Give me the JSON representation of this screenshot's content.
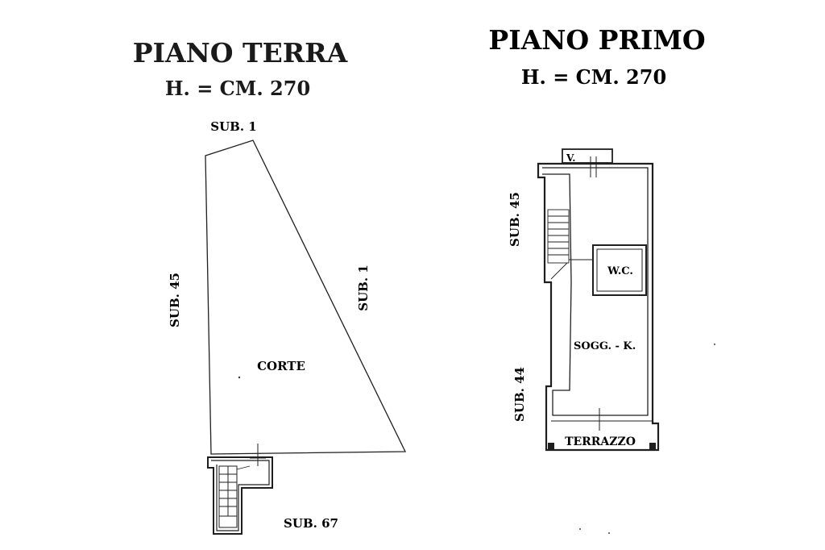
{
  "floors": [
    {
      "title": "PIANO TERRA",
      "height": "H. = CM. 270",
      "labels": {
        "top": "SUB. 1",
        "left": "SUB. 45",
        "diagonal": "SUB. 1",
        "area": "CORTE",
        "bottom": "SUB. 67"
      }
    },
    {
      "title": "PIANO PRIMO",
      "height": "H. = CM. 270",
      "labels": {
        "vent": "V.",
        "left_top": "SUB. 45",
        "left_bottom": "SUB. 44",
        "wc": "W.C.",
        "living": "SOGG. - K.",
        "terrace": "TERRAZZO"
      }
    }
  ]
}
